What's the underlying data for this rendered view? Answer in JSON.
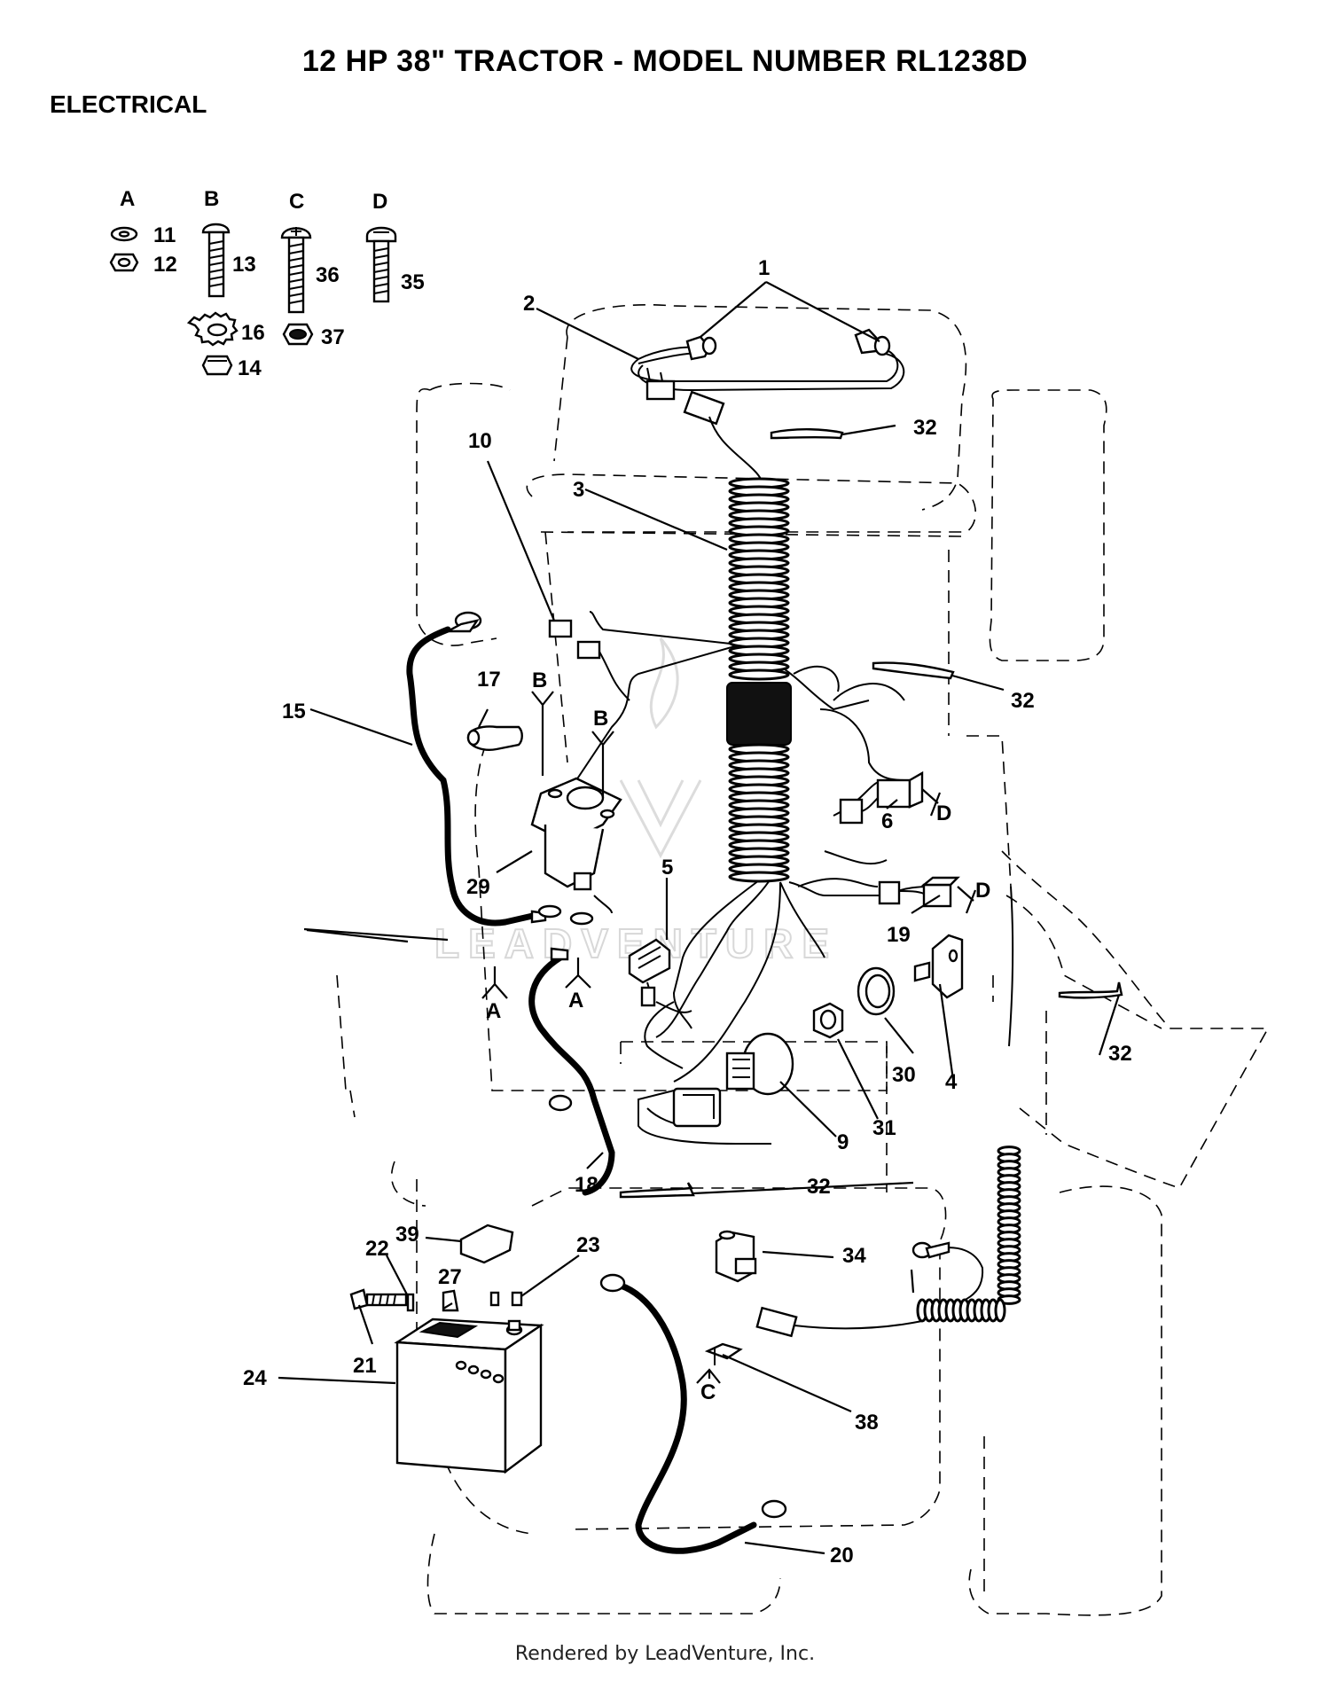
{
  "title": "12 HP 38\" TRACTOR - MODEL NUMBER RL1238D",
  "section": "ELECTRICAL",
  "footer": "Rendered by LeadVenture, Inc.",
  "watermark": "LEADVENTURE",
  "hardware_groups": [
    "A",
    "B",
    "C",
    "D"
  ],
  "callouts": [
    "1",
    "2",
    "3",
    "4",
    "5",
    "6",
    "9",
    "10",
    "11",
    "12",
    "13",
    "14",
    "15",
    "16",
    "17",
    "18",
    "19",
    "20",
    "21",
    "22",
    "23",
    "24",
    "27",
    "29",
    "30",
    "31",
    "32",
    "34",
    "35",
    "36",
    "37",
    "38",
    "39"
  ],
  "ref_letters": [
    "A",
    "B",
    "C",
    "D"
  ]
}
